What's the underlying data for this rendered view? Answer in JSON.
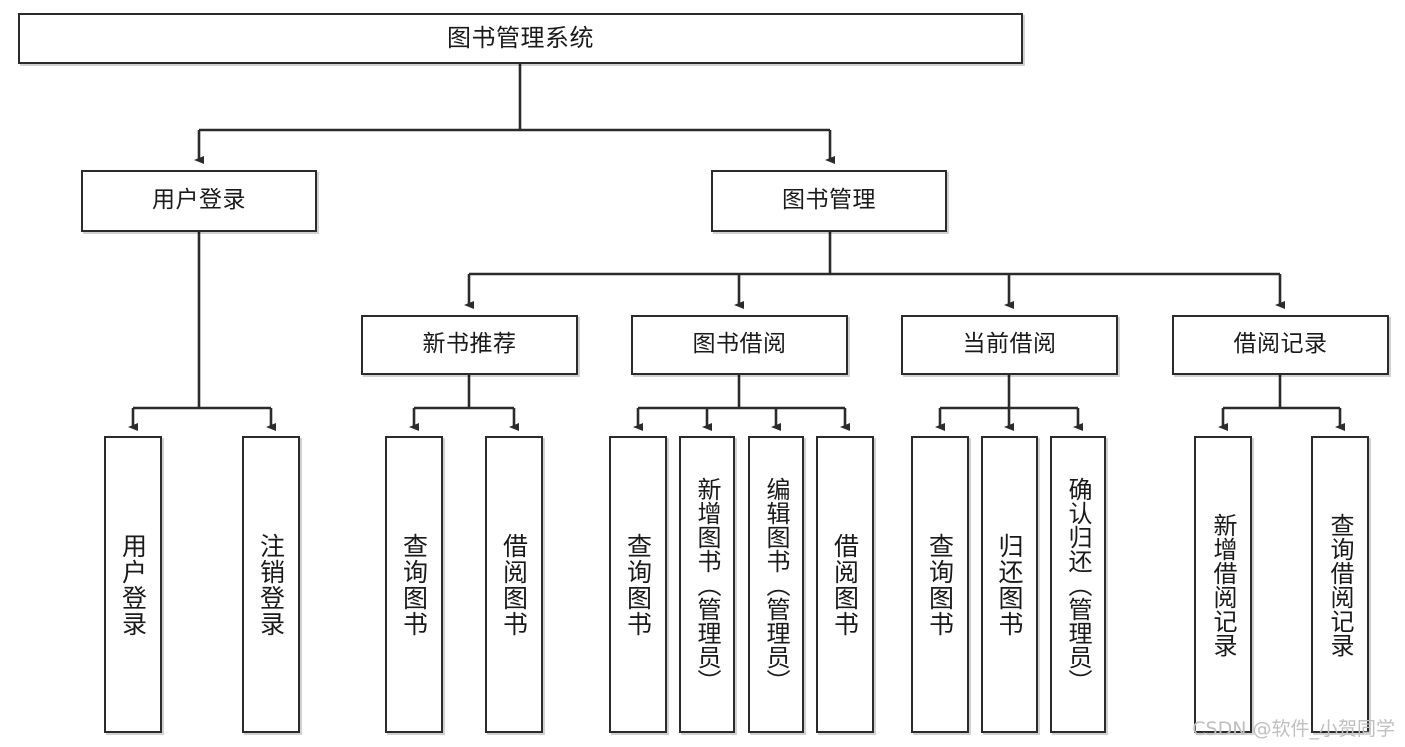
{
  "diagram": {
    "title": "图书管理系统",
    "watermark": "CSDN @软件_小贺同学",
    "stroke_color": "#2b2b2b",
    "fill_color": "#ffffff",
    "text_color": "#1a1a1a",
    "watermark_color": "#bfbfbf",
    "root": {
      "label": "图书管理系统"
    },
    "level2": [
      {
        "label": "用户登录"
      },
      {
        "label": "图书管理"
      }
    ],
    "level3": [
      {
        "label": "新书推荐"
      },
      {
        "label": "图书借阅"
      },
      {
        "label": "当前借阅"
      },
      {
        "label": "借阅记录"
      }
    ],
    "leaves": {
      "user_login": [
        {
          "label": "用户登录"
        },
        {
          "label": "注销登录"
        }
      ],
      "new_book": [
        {
          "label": "查询图书"
        },
        {
          "label": "借阅图书"
        }
      ],
      "book_borrow": [
        {
          "label": "查询图书"
        },
        {
          "label": "新增图书（管理员）"
        },
        {
          "label": "编辑图书（管理员）"
        },
        {
          "label": "借阅图书"
        }
      ],
      "current_borrow": [
        {
          "label": "查询图书"
        },
        {
          "label": "归还图书"
        },
        {
          "label": "确认归还（管理员）"
        }
      ],
      "borrow_record": [
        {
          "label": "新增借阅记录"
        },
        {
          "label": "查询借阅记录"
        }
      ]
    }
  }
}
